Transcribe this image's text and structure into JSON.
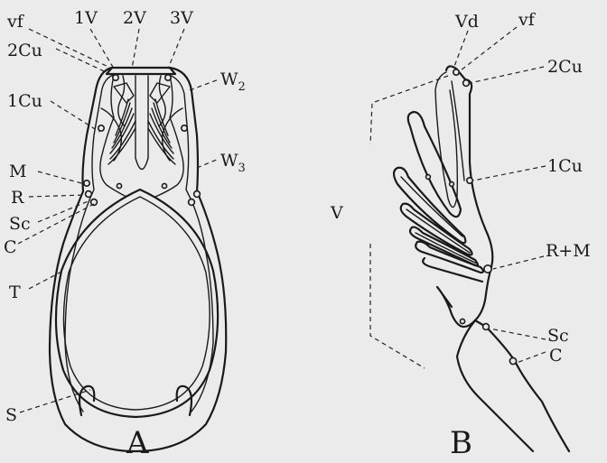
{
  "figure_a": {
    "panel_label": "A",
    "labels": {
      "vf": "vf",
      "v1": "1V",
      "v2": "2V",
      "v3": "3V",
      "cu2": "2Cu",
      "cu1": "1Cu",
      "m": "M",
      "r": "R",
      "sc": "Sc",
      "c": "C",
      "t": "T",
      "s": "S",
      "w2_base": "W",
      "w2_sub": "2",
      "w3_base": "W",
      "w3_sub": "3"
    }
  },
  "figure_b": {
    "panel_label": "B",
    "labels": {
      "vd": "Vd",
      "vf": "vf",
      "cu2": "2Cu",
      "cu1": "1Cu",
      "v": "V",
      "rm": "R+M",
      "sc": "Sc",
      "c": "C"
    }
  }
}
